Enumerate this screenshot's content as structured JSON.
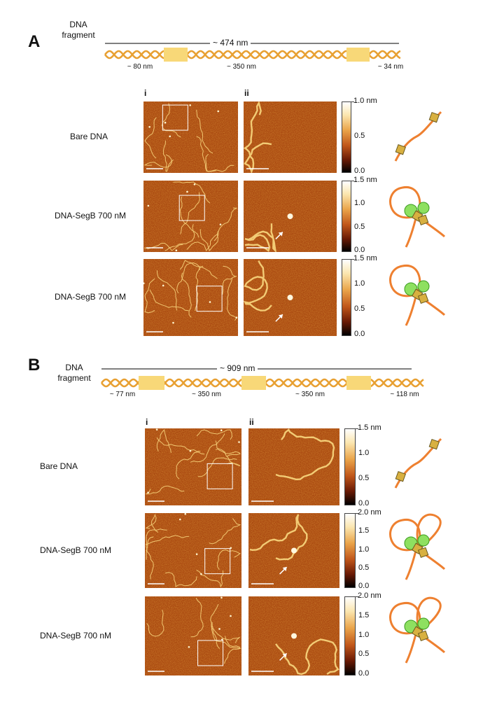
{
  "panels": [
    {
      "letter": "A",
      "fragment_label": [
        "DNA",
        "fragment"
      ],
      "total_length": "~ 474 nm",
      "segments": [
        "~ 80 nm",
        "~ 350 nm",
        "~ 34 nm"
      ],
      "columns": [
        "i",
        "ii"
      ],
      "rows": [
        {
          "label": "Bare DNA",
          "colorbar": {
            "max_label": "1.0 nm",
            "max": 1.0,
            "ticks": [
              "0.5",
              "0.0"
            ]
          }
        },
        {
          "label": "DNA-SegB 700 nM",
          "colorbar": {
            "max_label": "1.5 nm",
            "max": 1.5,
            "ticks": [
              "1.0",
              "0.5",
              "0.0"
            ]
          }
        },
        {
          "label": "DNA-SegB 700 nM",
          "colorbar": {
            "max_label": "1.5 nm",
            "max": 1.5,
            "ticks": [
              "1.0",
              "0.5",
              "0.0"
            ]
          }
        }
      ]
    },
    {
      "letter": "B",
      "fragment_label": [
        "DNA",
        "fragment"
      ],
      "total_length": "~ 909 nm",
      "segments": [
        "~ 77 nm",
        "~ 350 nm",
        "~ 350 nm",
        "~ 118 nm"
      ],
      "columns": [
        "i",
        "ii"
      ],
      "rows": [
        {
          "label": "Bare DNA",
          "colorbar": {
            "max_label": "1.5 nm",
            "max": 1.5,
            "ticks": [
              "1.0",
              "0.5",
              "0.0"
            ]
          }
        },
        {
          "label": "DNA-SegB 700 nM",
          "colorbar": {
            "max_label": "2.0 nm",
            "max": 2.0,
            "ticks": [
              "1.5",
              "1.0",
              "0.5",
              "0.0"
            ]
          }
        },
        {
          "label": "DNA-SegB 700 nM",
          "colorbar": {
            "max_label": "2.0 nm",
            "max": 2.0,
            "ticks": [
              "1.5",
              "1.0",
              "0.5",
              "0.0"
            ]
          }
        }
      ]
    }
  ],
  "colors": {
    "dna": "#e8a032",
    "site": "#f8d878",
    "cartoon_dna": "#ee8030",
    "segb": "#8ee060",
    "afm_bg": "#a8460f",
    "afm_strand": "#f6d27a"
  }
}
